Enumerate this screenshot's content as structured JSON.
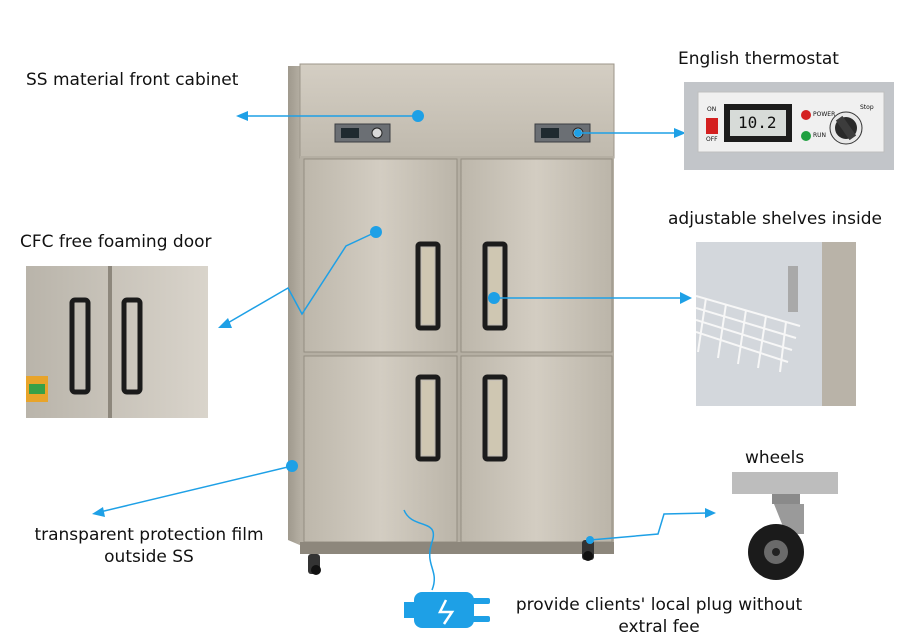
{
  "labels": {
    "front_cabinet": "SS material front cabinet",
    "thermostat": "English thermostat",
    "foaming_door": "CFC free foaming door",
    "shelves": "adjustable shelves inside",
    "protection_film_line1": "transparent protection film",
    "protection_film_line2": "outside SS",
    "wheels": "wheels",
    "plug_line1": "provide clients' local plug without",
    "plug_line2": "extral fee"
  },
  "thermostat_panel": {
    "on": "ON",
    "off": "OFF",
    "display": "10.2",
    "power": "POWER",
    "run": "RUN",
    "stop": "Stop"
  },
  "colors": {
    "accent": "#1ea0e6",
    "steel": "#c9c3b7",
    "steel_dark": "#a9a295"
  }
}
